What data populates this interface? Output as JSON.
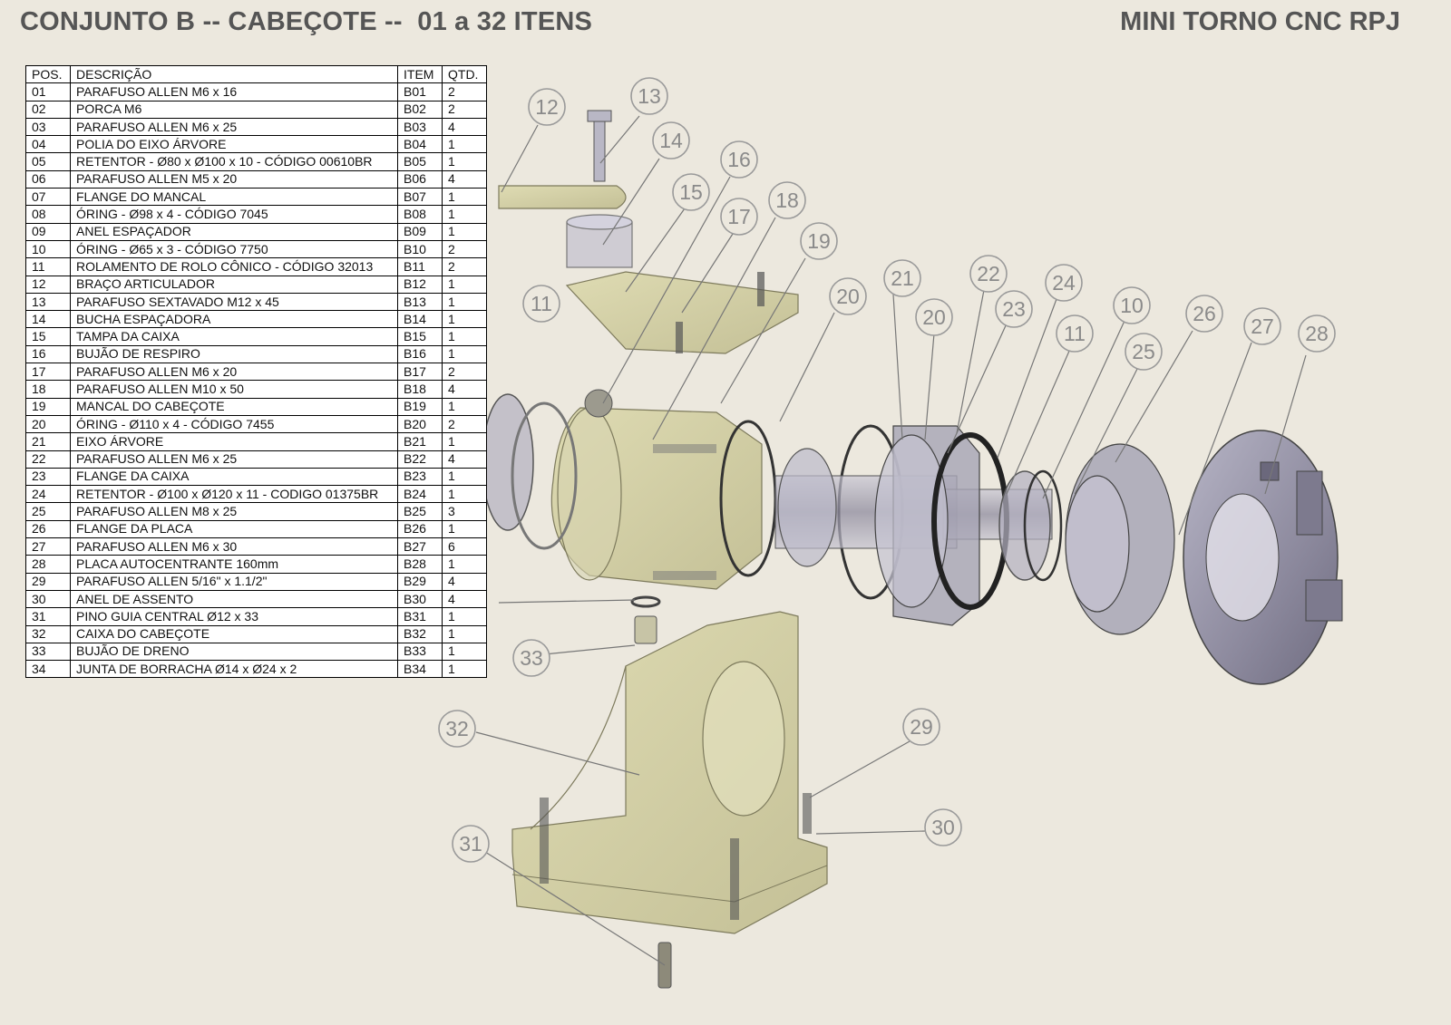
{
  "header": {
    "title_left": "CONJUNTO B -- CABEÇOTE --  01 a 32 ITENS",
    "title_right": "MINI TORNO CNC RPJ"
  },
  "table": {
    "columns": [
      "POS.",
      "DESCRIÇÃO",
      "ITEM",
      "QTD."
    ],
    "rows": [
      [
        "01",
        "PARAFUSO ALLEN M6 x 16",
        "B01",
        "2"
      ],
      [
        "02",
        "PORCA M6",
        "B02",
        "2"
      ],
      [
        "03",
        "PARAFUSO ALLEN M6 x 25",
        "B03",
        "4"
      ],
      [
        "04",
        "POLIA DO EIXO ÁRVORE",
        "B04",
        "1"
      ],
      [
        "05",
        "RETENTOR - Ø80 x Ø100 x 10 - CÓDIGO 00610BR",
        "B05",
        "1"
      ],
      [
        "06",
        "PARAFUSO ALLEN M5 x 20",
        "B06",
        "4"
      ],
      [
        "07",
        "FLANGE DO MANCAL",
        "B07",
        "1"
      ],
      [
        "08",
        "ÓRING - Ø98 x 4 - CÓDIGO 7045",
        "B08",
        "1"
      ],
      [
        "09",
        "ANEL ESPAÇADOR",
        "B09",
        "1"
      ],
      [
        "10",
        "ÓRING - Ø65 x 3 - CÓDIGO 7750",
        "B10",
        "2"
      ],
      [
        "11",
        "ROLAMENTO DE ROLO CÔNICO - CÓDIGO 32013",
        "B11",
        "2"
      ],
      [
        "12",
        "BRAÇO ARTICULADOR",
        "B12",
        "1"
      ],
      [
        "13",
        "PARAFUSO SEXTAVADO M12 x 45",
        "B13",
        "1"
      ],
      [
        "14",
        "BUCHA ESPAÇADORA",
        "B14",
        "1"
      ],
      [
        "15",
        "TAMPA DA CAIXA",
        "B15",
        "1"
      ],
      [
        "16",
        "BUJÃO DE RESPIRO",
        "B16",
        "1"
      ],
      [
        "17",
        "PARAFUSO ALLEN M6 x 20",
        "B17",
        "2"
      ],
      [
        "18",
        "PARAFUSO ALLEN M10 x 50",
        "B18",
        "4"
      ],
      [
        "19",
        "MANCAL DO CABEÇOTE",
        "B19",
        "1"
      ],
      [
        "20",
        "ÓRING - Ø110 x 4 - CÓDIGO 7455",
        "B20",
        "2"
      ],
      [
        "21",
        "EIXO ÁRVORE",
        "B21",
        "1"
      ],
      [
        "22",
        "PARAFUSO ALLEN M6 x 25",
        "B22",
        "4"
      ],
      [
        "23",
        "FLANGE DA CAIXA",
        "B23",
        "1"
      ],
      [
        "24",
        "RETENTOR - Ø100 x Ø120 x 11 - CODIGO 01375BR",
        "B24",
        "1"
      ],
      [
        "25",
        "PARAFUSO ALLEN M8 x 25",
        "B25",
        "3"
      ],
      [
        "26",
        "FLANGE DA PLACA",
        "B26",
        "1"
      ],
      [
        "27",
        "PARAFUSO ALLEN M6 x 30",
        "B27",
        "6"
      ],
      [
        "28",
        "PLACA AUTOCENTRANTE 160mm",
        "B28",
        "1"
      ],
      [
        "29",
        "PARAFUSO ALLEN 5/16\" x 1.1/2\"",
        "B29",
        "4"
      ],
      [
        "30",
        "ANEL DE ASSENTO",
        "B30",
        "4"
      ],
      [
        "31",
        "PINO GUIA CENTRAL Ø12 x 33",
        "B31",
        "1"
      ],
      [
        "32",
        "CAIXA DO CABEÇOTE",
        "B32",
        "1"
      ],
      [
        "33",
        "BUJÃO DE DRENO",
        "B33",
        "1"
      ],
      [
        "34",
        "JUNTA DE BORRACHA Ø14 x Ø24 x 2",
        "B34",
        "1"
      ]
    ]
  },
  "callouts": [
    "12",
    "13",
    "14",
    "15",
    "16",
    "17",
    "18",
    "19",
    "11",
    "20",
    "21",
    "20",
    "22",
    "23",
    "24",
    "11",
    "10",
    "25",
    "26",
    "27",
    "28",
    "33",
    "32",
    "29",
    "30",
    "31"
  ],
  "colors": {
    "background": "#ece8de",
    "housing": "#d6d3a6",
    "metal": "#a9a6b8",
    "bubble": "#9a9a9a"
  }
}
